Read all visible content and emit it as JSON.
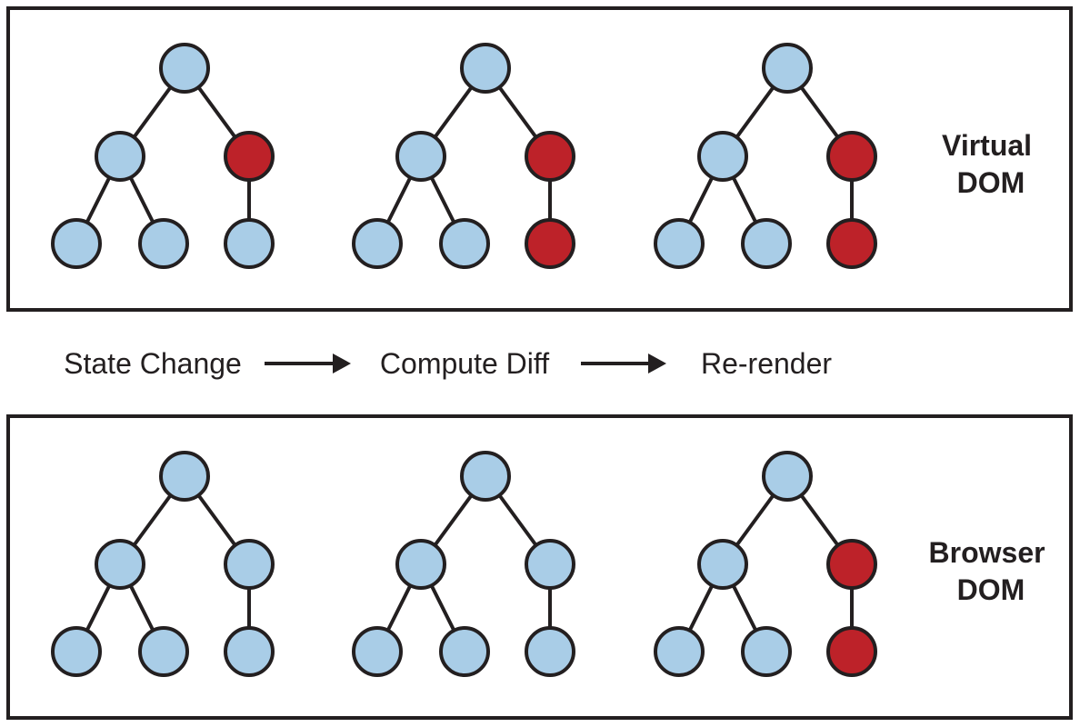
{
  "colors": {
    "unchanged_node": "#a9cde7",
    "changed_node": "#bd2229",
    "outline": "#231f20"
  },
  "panels": [
    {
      "id": "virtual",
      "label_lines": [
        "Virtual",
        "DOM"
      ],
      "trees": [
        {
          "changed_nodes": [
            "right-child"
          ]
        },
        {
          "changed_nodes": [
            "right-child",
            "right-leaf"
          ]
        },
        {
          "changed_nodes": [
            "right-child",
            "right-leaf"
          ]
        }
      ]
    },
    {
      "id": "browser",
      "label_lines": [
        "Browser",
        "DOM"
      ],
      "trees": [
        {
          "changed_nodes": []
        },
        {
          "changed_nodes": []
        },
        {
          "changed_nodes": [
            "right-child",
            "right-leaf"
          ]
        }
      ]
    }
  ],
  "steps": [
    "State Change",
    "Compute Diff",
    "Re-render"
  ],
  "tree_structure": {
    "nodes": [
      "root",
      "left-child",
      "right-child",
      "left-left-leaf",
      "left-right-leaf",
      "right-leaf"
    ],
    "edges": [
      [
        "root",
        "left-child"
      ],
      [
        "root",
        "right-child"
      ],
      [
        "left-child",
        "left-left-leaf"
      ],
      [
        "left-child",
        "left-right-leaf"
      ],
      [
        "right-child",
        "right-leaf"
      ]
    ]
  }
}
